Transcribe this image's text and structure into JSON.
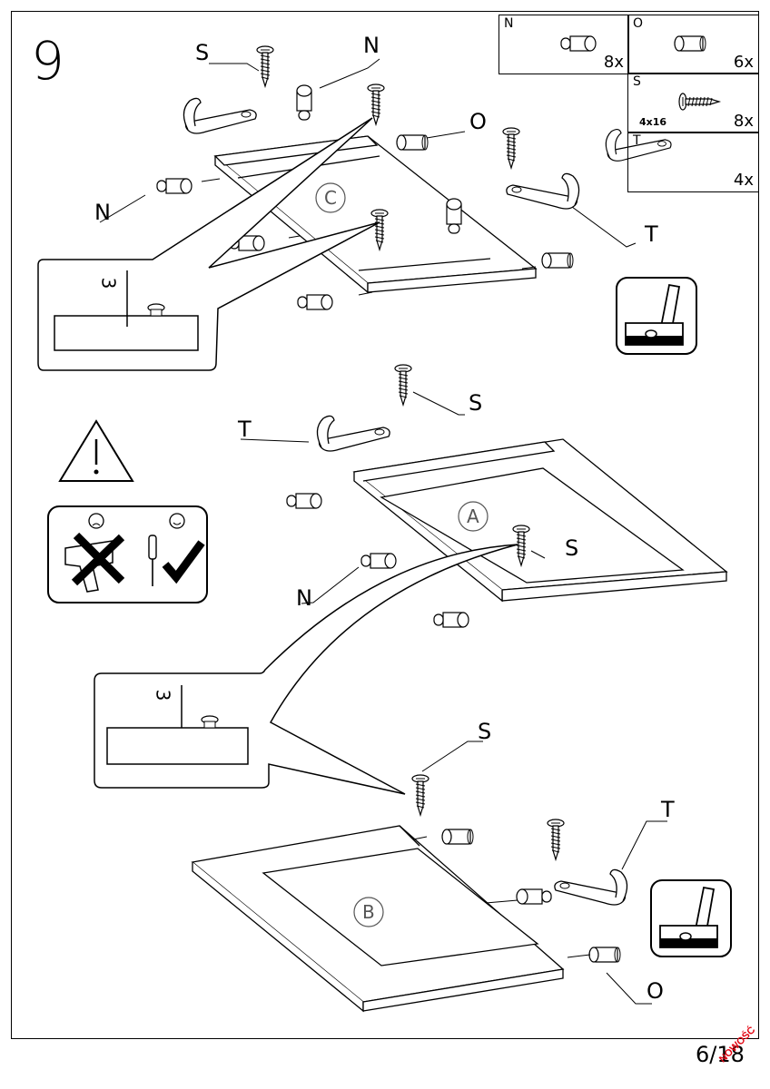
{
  "step_number": "9",
  "page_number": "6/18",
  "stamp_text": "NOWOŚĆ",
  "parts_table": [
    {
      "code": "N",
      "quantity": "8x",
      "size": ""
    },
    {
      "code": "O",
      "quantity": "6x",
      "size": ""
    },
    {
      "code": "S",
      "quantity": "8x",
      "size": "4x16"
    },
    {
      "code": "T",
      "quantity": "4x",
      "size": ""
    }
  ],
  "callouts": {
    "s": "S",
    "n": "N",
    "o": "O",
    "t": "T"
  },
  "panels": {
    "c": "C",
    "a": "A",
    "b": "B"
  },
  "detail_depth": "3",
  "icons": [
    "hammer-icon",
    "warning-icon",
    "no-power-drill-icon",
    "screwdriver-icon"
  ]
}
